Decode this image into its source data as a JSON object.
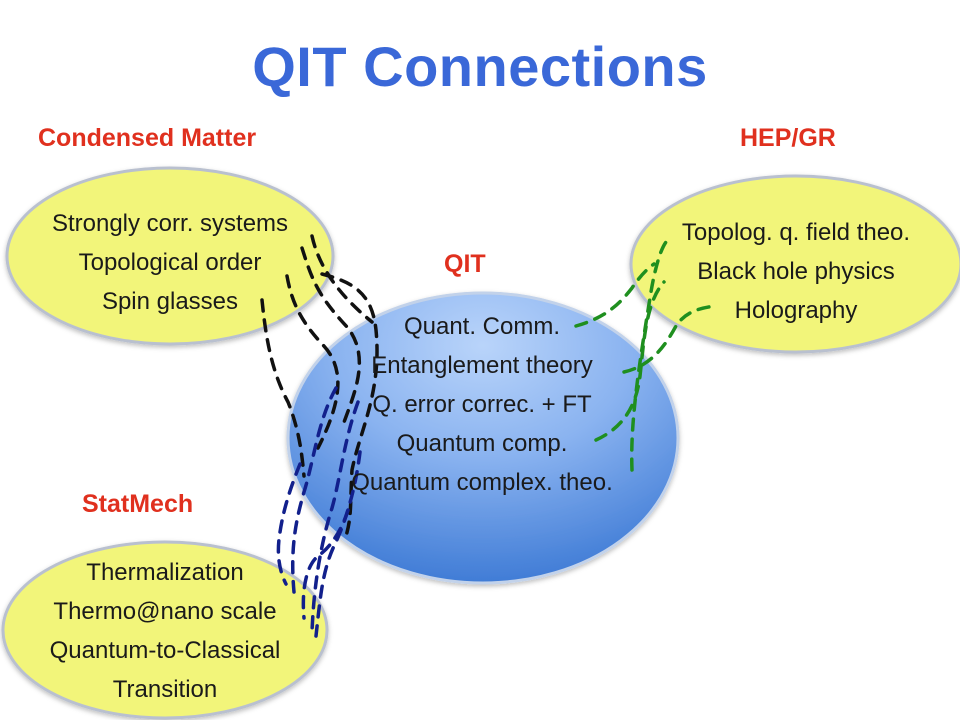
{
  "title": "QIT Connections",
  "colors": {
    "title": "#3a68d8",
    "group_label": "#e0301e",
    "yellow_fill": "#f2f57a",
    "yellow_stroke": "#b9c0cf",
    "blue_light": "#a9c8f6",
    "blue_dark": "#3f7fd8",
    "link_black": "#111111",
    "link_green": "#1f8f1f",
    "link_navy": "#12208c"
  },
  "groups": {
    "condensed": {
      "label": "Condensed Matter",
      "items": [
        "Strongly corr. systems",
        "Topological order",
        "Spin glasses"
      ]
    },
    "hep": {
      "label": "HEP/GR",
      "items": [
        "Topolog. q. field theo.",
        "Black hole physics",
        "Holography"
      ]
    },
    "qit": {
      "label": "QIT",
      "items": [
        "Quant. Comm.",
        "Entanglement theory",
        "Q. error correc. + FT",
        "Quantum comp.",
        "Quantum complex. theo."
      ]
    },
    "statmech": {
      "label": "StatMech",
      "items": [
        "Thermalization",
        "Thermo@nano scale",
        "Quantum-to-Classical",
        "Transition"
      ]
    }
  }
}
